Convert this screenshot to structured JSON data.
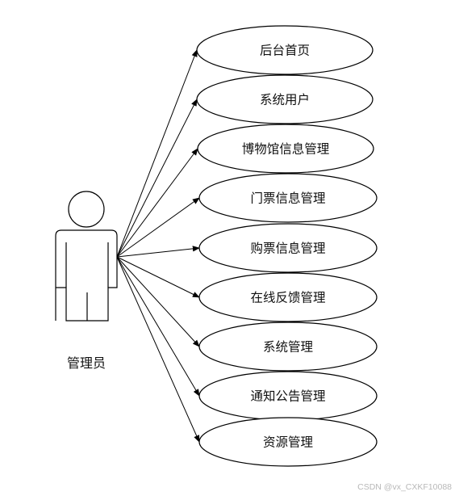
{
  "actor": {
    "label": "管理员",
    "icon": "actor-stick-figure-icon"
  },
  "use_cases": [
    {
      "label": "后台首页"
    },
    {
      "label": "系统用户"
    },
    {
      "label": "博物馆信息管理"
    },
    {
      "label": "门票信息管理"
    },
    {
      "label": "购票信息管理"
    },
    {
      "label": "在线反馈管理"
    },
    {
      "label": "系统管理"
    },
    {
      "label": "通知公告管理"
    },
    {
      "label": "资源管理"
    }
  ],
  "watermark": "CSDN @vx_CXKF10088",
  "colors": {
    "stroke": "#000000",
    "background": "#ffffff",
    "watermark": "#b8b8b8"
  }
}
